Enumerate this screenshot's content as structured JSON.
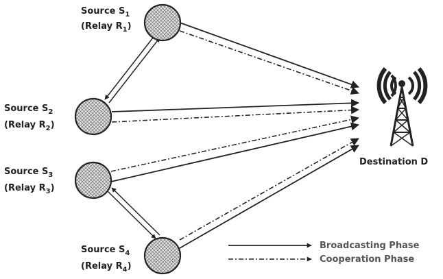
{
  "nodes": [
    {
      "name": "Source",
      "sub": "1",
      "relay": "Relay R",
      "relay_sub": "1"
    },
    {
      "name": "Source",
      "sub": "2",
      "relay": "Relay R",
      "relay_sub": "2"
    },
    {
      "name": "Source",
      "sub": "3",
      "relay": "Relay R",
      "relay_sub": "3"
    },
    {
      "name": "Source",
      "sub": "4",
      "relay": "Relay R",
      "relay_sub": "4"
    }
  ],
  "node_letter": "S",
  "destination": {
    "label": "Destination D",
    "icon": "cell-tower-icon"
  },
  "legend": {
    "broadcasting": "Broadcasting Phase",
    "cooperation": "Cooperation Phase"
  },
  "colors": {
    "line": "#222222",
    "legend_text": "#555555",
    "node_fill": "#d9d9d9"
  }
}
